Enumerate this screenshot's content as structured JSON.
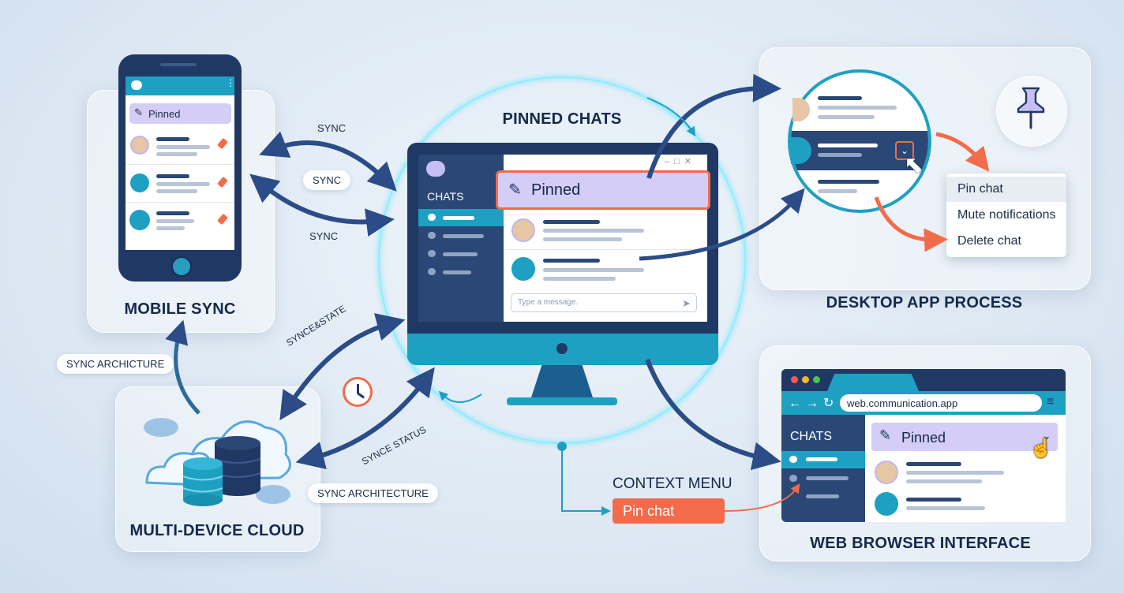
{
  "title": "PINNED CHATS",
  "panels": {
    "mobile": {
      "title": "MOBILE SYNC",
      "pinned_label": "Pinned"
    },
    "cloud": {
      "title": "MULTI-DEVICE CLOUD"
    },
    "desktop": {
      "title": "DESKTOP APP PROCESS"
    },
    "web": {
      "title": "WEB BROWSER INTERFACE"
    }
  },
  "monitor": {
    "sidebar_title": "CHATS",
    "pinned_label": "Pinned",
    "input_placeholder": "Type a message."
  },
  "context_menu": {
    "items": [
      "Pin chat",
      "Mute notifications",
      "Delete chat"
    ]
  },
  "context_callout": {
    "title": "CONTEXT MENU",
    "button": "Pin chat"
  },
  "browser": {
    "url": "web.communication.app",
    "sidebar_title": "CHATS",
    "pinned_label": "Pinned"
  },
  "labels": {
    "sync_1": "SYNC",
    "sync_2": "SYNC",
    "sync_3": "SYNC",
    "sync_state": "SYNCE&STATE",
    "sync_status": "SYNCE STATUS",
    "sync_archicture": "SYNC ARCHICTURE",
    "sync_architecture": "SYNC ARCHITECTURE"
  },
  "colors": {
    "navy": "#1f3864",
    "teal": "#1ea0c3",
    "purple": "#d4cdf6",
    "orange": "#f26b4a",
    "arrow_blue": "#2b4c86"
  }
}
